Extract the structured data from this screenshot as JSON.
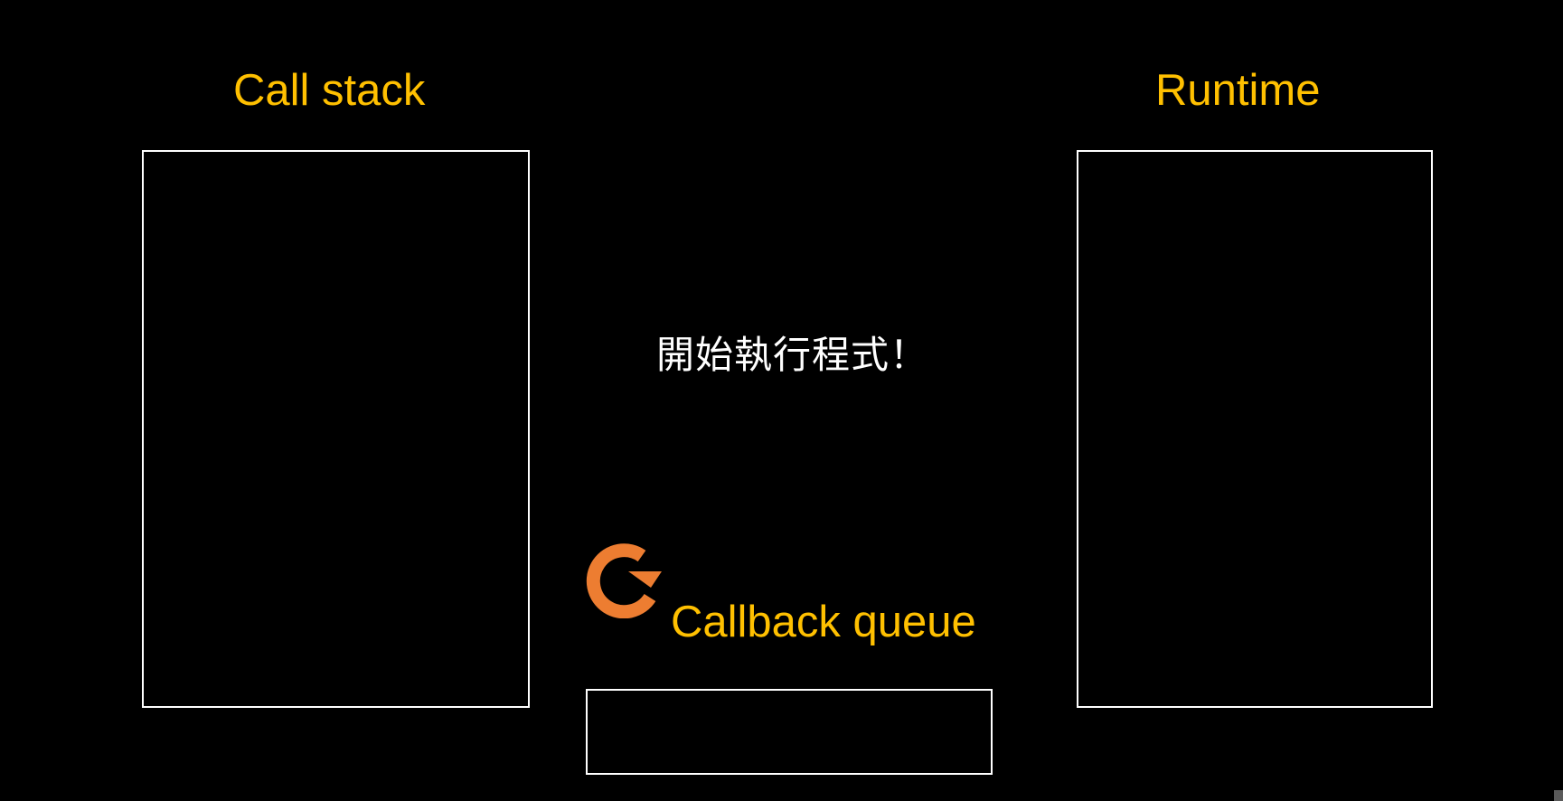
{
  "diagram": {
    "call_stack": {
      "title": "Call stack"
    },
    "runtime": {
      "title": "Runtime"
    },
    "callback_queue": {
      "title": "Callback queue",
      "icon": "loop-arrow-icon"
    },
    "status_message": "開始執行程式！"
  },
  "colors": {
    "background": "#000000",
    "label": "#FFC000",
    "box_border": "#FFFFFF",
    "status_text": "#FFFFFF",
    "loop_icon": "#ED7D31"
  }
}
